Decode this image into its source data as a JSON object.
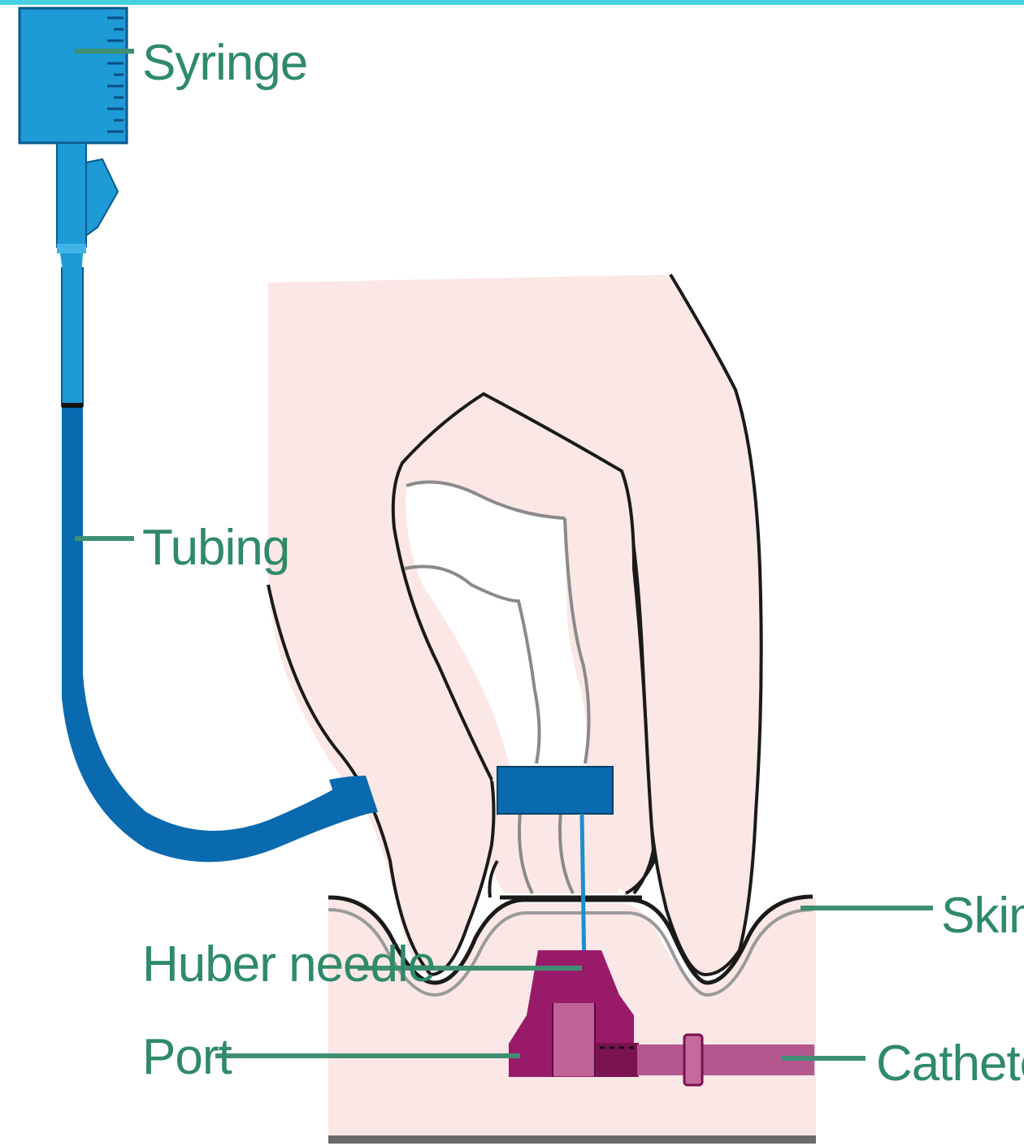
{
  "labels": {
    "syringe": "Syringe",
    "tubing": "Tubing",
    "skin": "Skin",
    "huber_needle": "Huber needle",
    "port": "Port",
    "catheter": "Catheter"
  },
  "colors": {
    "border_top": "#46d1e0",
    "syringe_fill": "#1e9ad6",
    "tubing_fill": "#0a6aaf",
    "skin_fill": "#fbe7e6",
    "port_fill": "#9a1a6a",
    "port_inner": "#c06298",
    "catheter_fill": "#b4578f",
    "label_color": "#2f8a6a",
    "outline": "#1a1a1a"
  }
}
